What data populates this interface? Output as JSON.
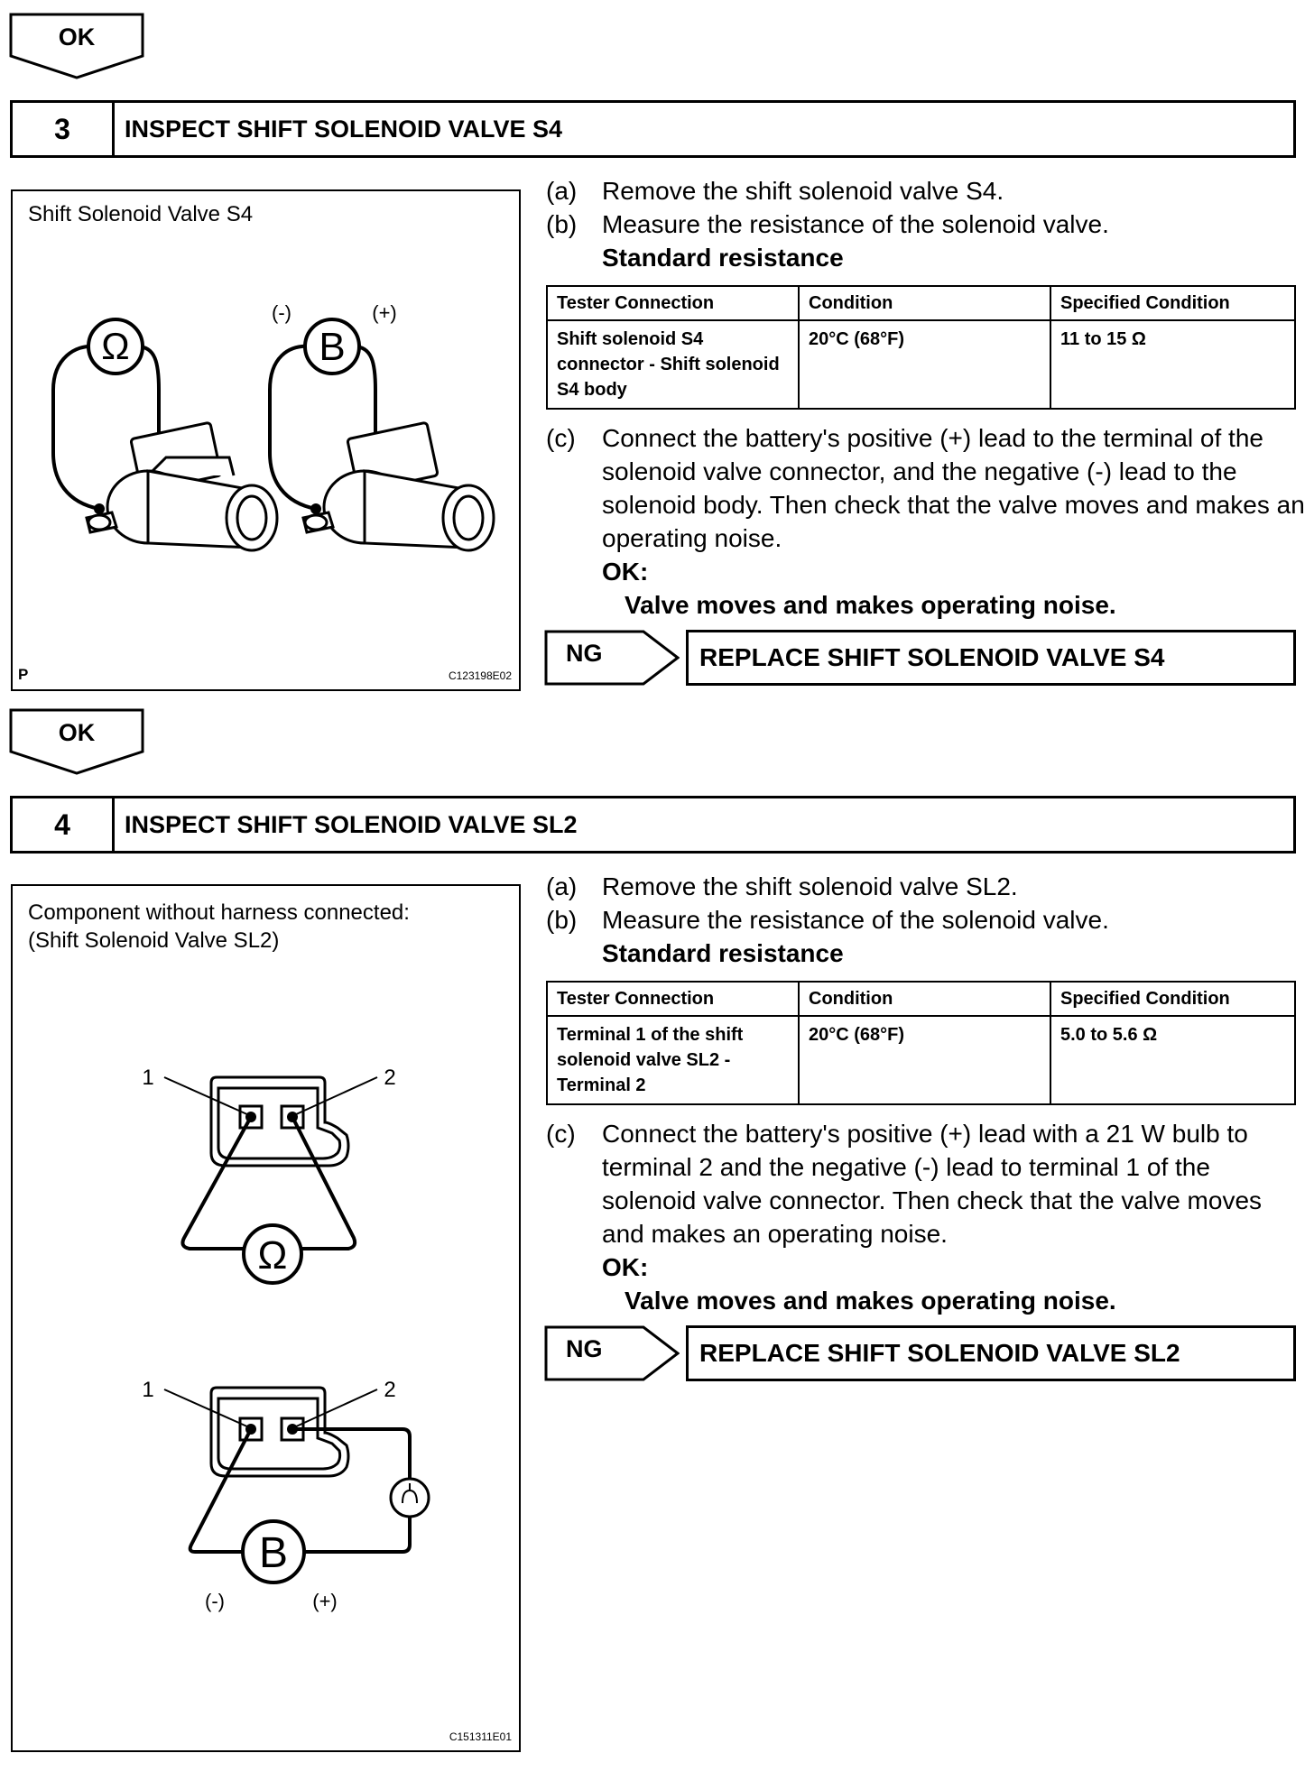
{
  "ok_label": "OK",
  "ng_label": "NG",
  "steps": [
    {
      "number": "3",
      "title": "INSPECT SHIFT SOLENOID VALVE S4",
      "figure": {
        "title_line1": "Shift Solenoid Valve S4",
        "title_line2": "",
        "corner_letter": "P",
        "code": "C123198E02",
        "ohm_symbol": "Ω",
        "battery_symbol": "B",
        "minus": "(-)",
        "plus": "(+)"
      },
      "a_label": "(a)",
      "a_text": "Remove the shift solenoid valve S4.",
      "b_label": "(b)",
      "b_text": "Measure the resistance of the solenoid valve.",
      "standard": "Standard resistance",
      "table": {
        "headers": [
          "Tester Connection",
          "Condition",
          "Specified Condition"
        ],
        "row": [
          "Shift solenoid S4 connector - Shift solenoid S4 body",
          "20°C (68°F)",
          "11 to 15 Ω"
        ]
      },
      "c_label": "(c)",
      "c_text": "Connect the battery's positive (+) lead to the terminal of the solenoid valve connector, and the negative (-) lead to the solenoid body. Then check that the valve moves and makes an operating noise.",
      "ok_heading": "OK:",
      "ok_result": "Valve moves and makes operating noise.",
      "replace": "REPLACE SHIFT SOLENOID VALVE S4"
    },
    {
      "number": "4",
      "title": "INSPECT SHIFT SOLENOID VALVE SL2",
      "figure": {
        "title_line1": "Component without harness connected:",
        "title_line2": "(Shift Solenoid Valve SL2)",
        "code": "C151311E01",
        "ohm_symbol": "Ω",
        "battery_symbol": "B",
        "minus": "(-)",
        "plus": "(+)",
        "terminal_1": "1",
        "terminal_2": "2"
      },
      "a_label": "(a)",
      "a_text": "Remove the shift solenoid valve SL2.",
      "b_label": "(b)",
      "b_text": "Measure the resistance of the solenoid valve.",
      "standard": "Standard resistance",
      "table": {
        "headers": [
          "Tester Connection",
          "Condition",
          "Specified Condition"
        ],
        "row": [
          "Terminal 1 of the shift solenoid valve SL2 - Terminal 2",
          "20°C (68°F)",
          "5.0 to 5.6 Ω"
        ]
      },
      "c_label": "(c)",
      "c_text": "Connect the battery's positive (+) lead with a 21 W bulb to terminal 2 and the negative (-) lead to terminal 1 of the solenoid valve connector. Then check that the valve moves and makes an operating noise.",
      "ok_heading": "OK:",
      "ok_result": "Valve moves and makes operating noise.",
      "replace": "REPLACE SHIFT SOLENOID VALVE SL2"
    }
  ]
}
